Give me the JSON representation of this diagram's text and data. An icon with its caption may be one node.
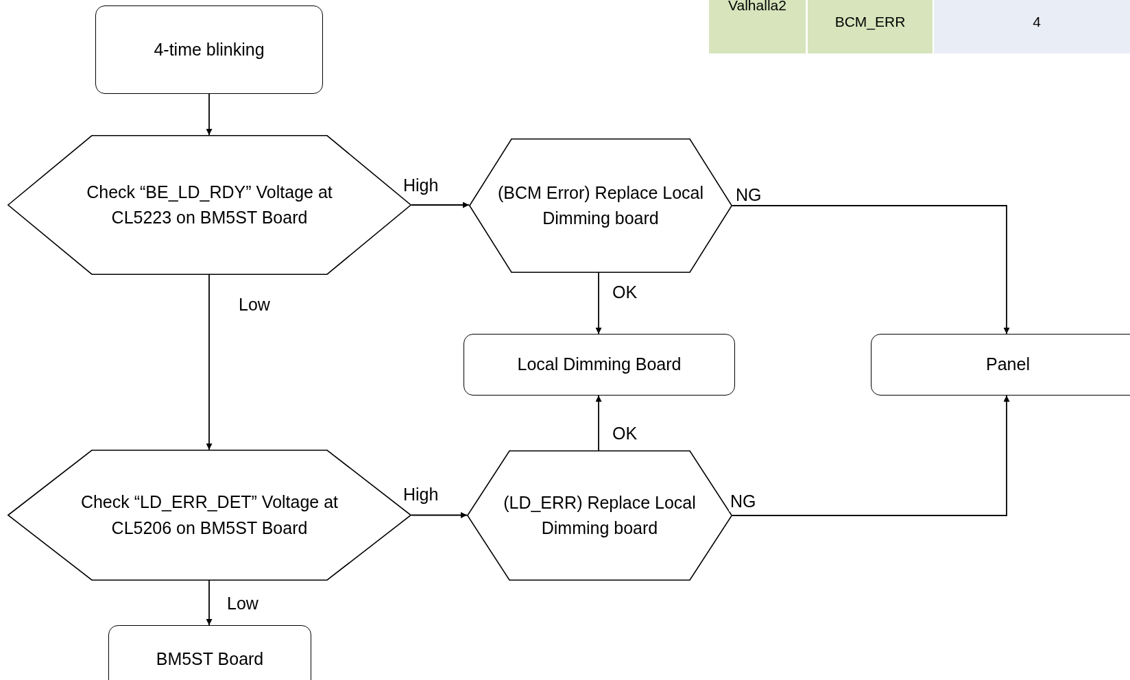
{
  "diagram": {
    "nodes": [
      {
        "text": [
          "4-time blinking"
        ]
      },
      {
        "text": [
          "Check “BE_LD_RDY” Voltage at CL5223 on BM5ST Board"
        ]
      },
      {
        "text": [
          "(BCM Error) Replace Local Dimming board"
        ]
      },
      {
        "text": [
          "Local Dimming Board"
        ]
      },
      {
        "text": [
          "Panel"
        ]
      },
      {
        "text": [
          "Check “LD_ERR_DET” Voltage at CL5206 on BM5ST Board"
        ]
      },
      {
        "text": [
          "(LD_ERR) Replace Local Dimming board"
        ]
      },
      {
        "text": [
          "BM5ST  Board"
        ]
      }
    ],
    "edges": [
      {
        "from": 0,
        "to": 1,
        "arrow": "to"
      },
      {
        "from": 1,
        "to": 2,
        "arrow": "to",
        "label": "High"
      },
      {
        "from": 1,
        "to": 5,
        "arrow": "to",
        "label": "Low"
      },
      {
        "from": 2,
        "to": 3,
        "arrow": "to",
        "label": "OK"
      },
      {
        "from": 2,
        "to": 4,
        "arrow": "to",
        "label": "NG"
      },
      {
        "from": 6,
        "to": 3,
        "arrow": "to",
        "label": "OK"
      },
      {
        "from": 6,
        "to": 4,
        "arrow": "to",
        "label": "NG"
      },
      {
        "from": 5,
        "to": 6,
        "arrow": "to",
        "label": "High"
      },
      {
        "from": 5,
        "to": 7,
        "arrow": "to",
        "label": "Low"
      }
    ],
    "labels": [
      "Valhalla2",
      "BCM_ERR",
      "4"
    ]
  }
}
